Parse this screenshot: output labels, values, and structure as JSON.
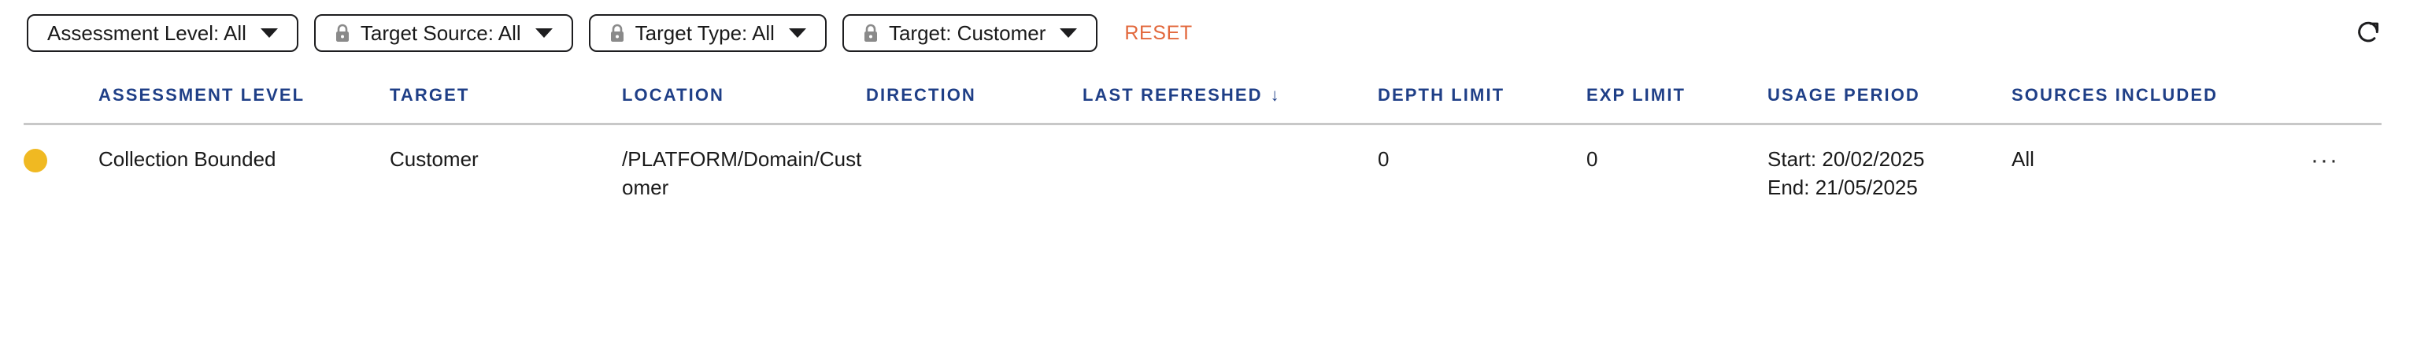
{
  "filter_bar": {
    "filters": [
      {
        "label": "Assessment Level: All",
        "locked": false,
        "name": "assessment-level"
      },
      {
        "label": "Target Source: All",
        "locked": true,
        "name": "target-source"
      },
      {
        "label": "Target Type: All",
        "locked": true,
        "name": "target-type"
      },
      {
        "label": "Target: Customer",
        "locked": true,
        "name": "target"
      }
    ],
    "reset_label": "RESET",
    "refresh_icon": "refresh-icon",
    "reset_color": "#e2683c"
  },
  "table": {
    "columns": [
      {
        "key": "status",
        "label": "",
        "class": "col-status",
        "sorted": false
      },
      {
        "key": "level",
        "label": "ASSESSMENT LEVEL",
        "class": "col-level",
        "sorted": false
      },
      {
        "key": "target",
        "label": "TARGET",
        "class": "col-target",
        "sorted": false
      },
      {
        "key": "location",
        "label": "LOCATION",
        "class": "col-location",
        "sorted": false
      },
      {
        "key": "direction",
        "label": "DIRECTION",
        "class": "col-direction",
        "sorted": false
      },
      {
        "key": "last",
        "label": "LAST REFRESHED",
        "class": "col-last",
        "sorted": true,
        "sort_arrow": "↓"
      },
      {
        "key": "depth",
        "label": "DEPTH LIMIT",
        "class": "col-depth",
        "sorted": false
      },
      {
        "key": "exp",
        "label": "EXP LIMIT",
        "class": "col-exp",
        "sorted": false
      },
      {
        "key": "usage",
        "label": "USAGE PERIOD",
        "class": "col-usage",
        "sorted": false
      },
      {
        "key": "sources",
        "label": "SOURCES INCLUDED",
        "class": "col-sources",
        "sorted": false
      },
      {
        "key": "actions",
        "label": "",
        "class": "col-actions",
        "sorted": false
      }
    ],
    "header_color": "#1f3f87",
    "rows": [
      {
        "status_color": "#f0b922",
        "status_name": "status-dot-amber",
        "level": "Collection Bounded",
        "target": "Customer",
        "location": "/PLATFORM/Domain/Customer",
        "direction": "",
        "last_refreshed": "",
        "depth_limit": "0",
        "exp_limit": "0",
        "usage_start": "Start: 20/02/2025",
        "usage_end": "End: 21/05/2025",
        "sources_included": "All",
        "row_menu": "···"
      }
    ]
  }
}
